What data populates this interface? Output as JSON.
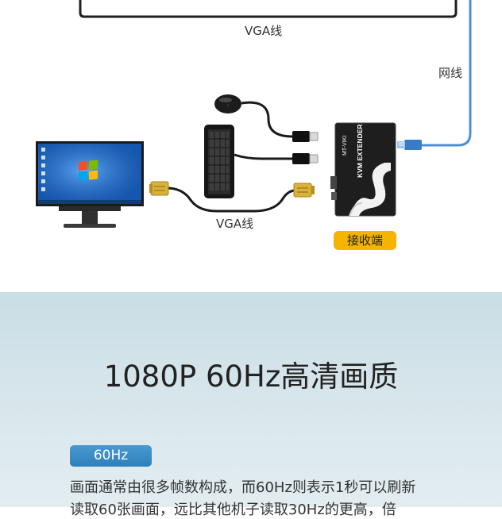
{
  "diagram": {
    "vga_top_label": "VGA线",
    "network_label": "网线",
    "vga_bottom_label": "VGA线",
    "receiver_badge": "接收端",
    "device_brand": "MT-VIKI",
    "device_text": "KVM EXTENDER",
    "colors": {
      "network_cable": "#4d8fd6",
      "vga_connector": "#d8b23a",
      "badge": "#f4b400",
      "device": "#222222"
    }
  },
  "bottom": {
    "headline": "1080P 60Hz高清画质",
    "pill": "60Hz",
    "paragraph_line1": "画面通常由很多帧数构成，而60Hz则表示1秒可以刷新",
    "paragraph_line2": "读取60张画面，远比其他机子读取30Hz的更高，倍"
  }
}
